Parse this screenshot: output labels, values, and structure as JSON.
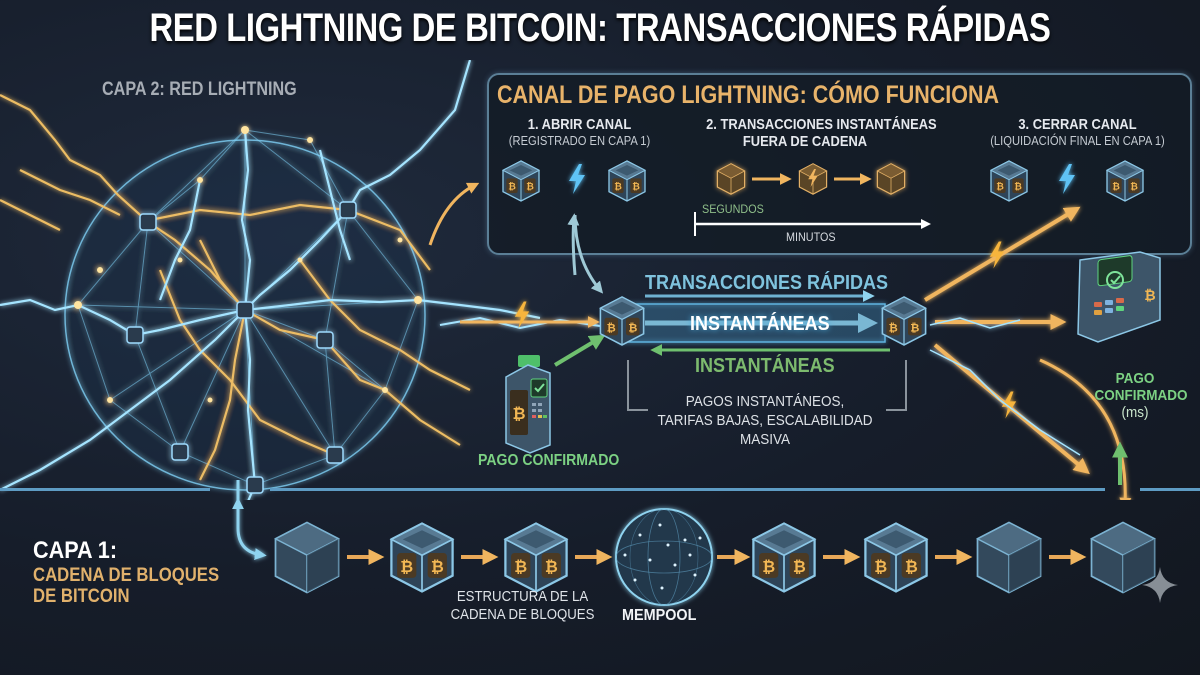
{
  "title": "RED LIGHTNING DE BITCOIN: TRANSACCIONES RÁPIDAS",
  "layer2": {
    "label": "CAPA 2: RED LIGHTNING"
  },
  "channel": {
    "title": "CANAL DE PAGO LIGHTNING: CÓMO FUNCIONA",
    "steps": [
      {
        "title": "1. ABRIR CANAL",
        "subtitle": "(REGISTRADO EN CAPA 1)"
      },
      {
        "title": "2. TRANSACCIONES INSTANTÁNEAS",
        "title_line2": "FUERA DE CADENA"
      },
      {
        "title": "3. CERRAR CANAL",
        "subtitle": "(LIQUIDACIÓN FINAL EN CAPA 1)"
      }
    ],
    "timeline": {
      "start_label": "SEGUNDOS",
      "end_label": "MINUTOS"
    }
  },
  "middle": {
    "fast_label": "TRANSACCIONES RÁPIDAS",
    "forward_label": "INSTANTÁNEAS",
    "backward_label": "INSTANTÁNEAS",
    "benefits_line1": "PAGOS INSTANTÁNEOS,",
    "benefits_line2": "TARIFAS BAJAS, ESCALABILIDAD",
    "benefits_line3": "MASIVA"
  },
  "payments": {
    "left_label": "PAGO CONFIRMADO",
    "right_label_line1": "PAGO",
    "right_label_line2": "CONFIRMADO",
    "right_label_ms": "(ms)"
  },
  "layer1": {
    "heading": "CAPA 1:",
    "subtitle_line1": "CADENA DE BLOQUES",
    "subtitle_line2": "DE BITCOIN",
    "structure_line1": "ESTRUCTURA DE LA",
    "structure_line2": "CADENA DE BLOQUES",
    "mempool": "MEMPOOL",
    "blocks": [
      "empty",
      "bitcoin",
      "bitcoin",
      "mempool",
      "bitcoin",
      "bitcoin",
      "empty",
      "empty"
    ]
  },
  "icons": {
    "block": "bitcoin-block-icon",
    "bolt": "lightning-bolt-icon",
    "terminal": "payment-terminal-icon",
    "globe": "mempool-globe-icon",
    "sparkle": "sparkle-watermark-icon"
  },
  "colors": {
    "background": "#161d2a",
    "gold": "#e8b36a",
    "blue": "#7fc3de",
    "green": "#7cd183",
    "divider": "#5e9cc4",
    "box_border": "#5b7f96"
  }
}
